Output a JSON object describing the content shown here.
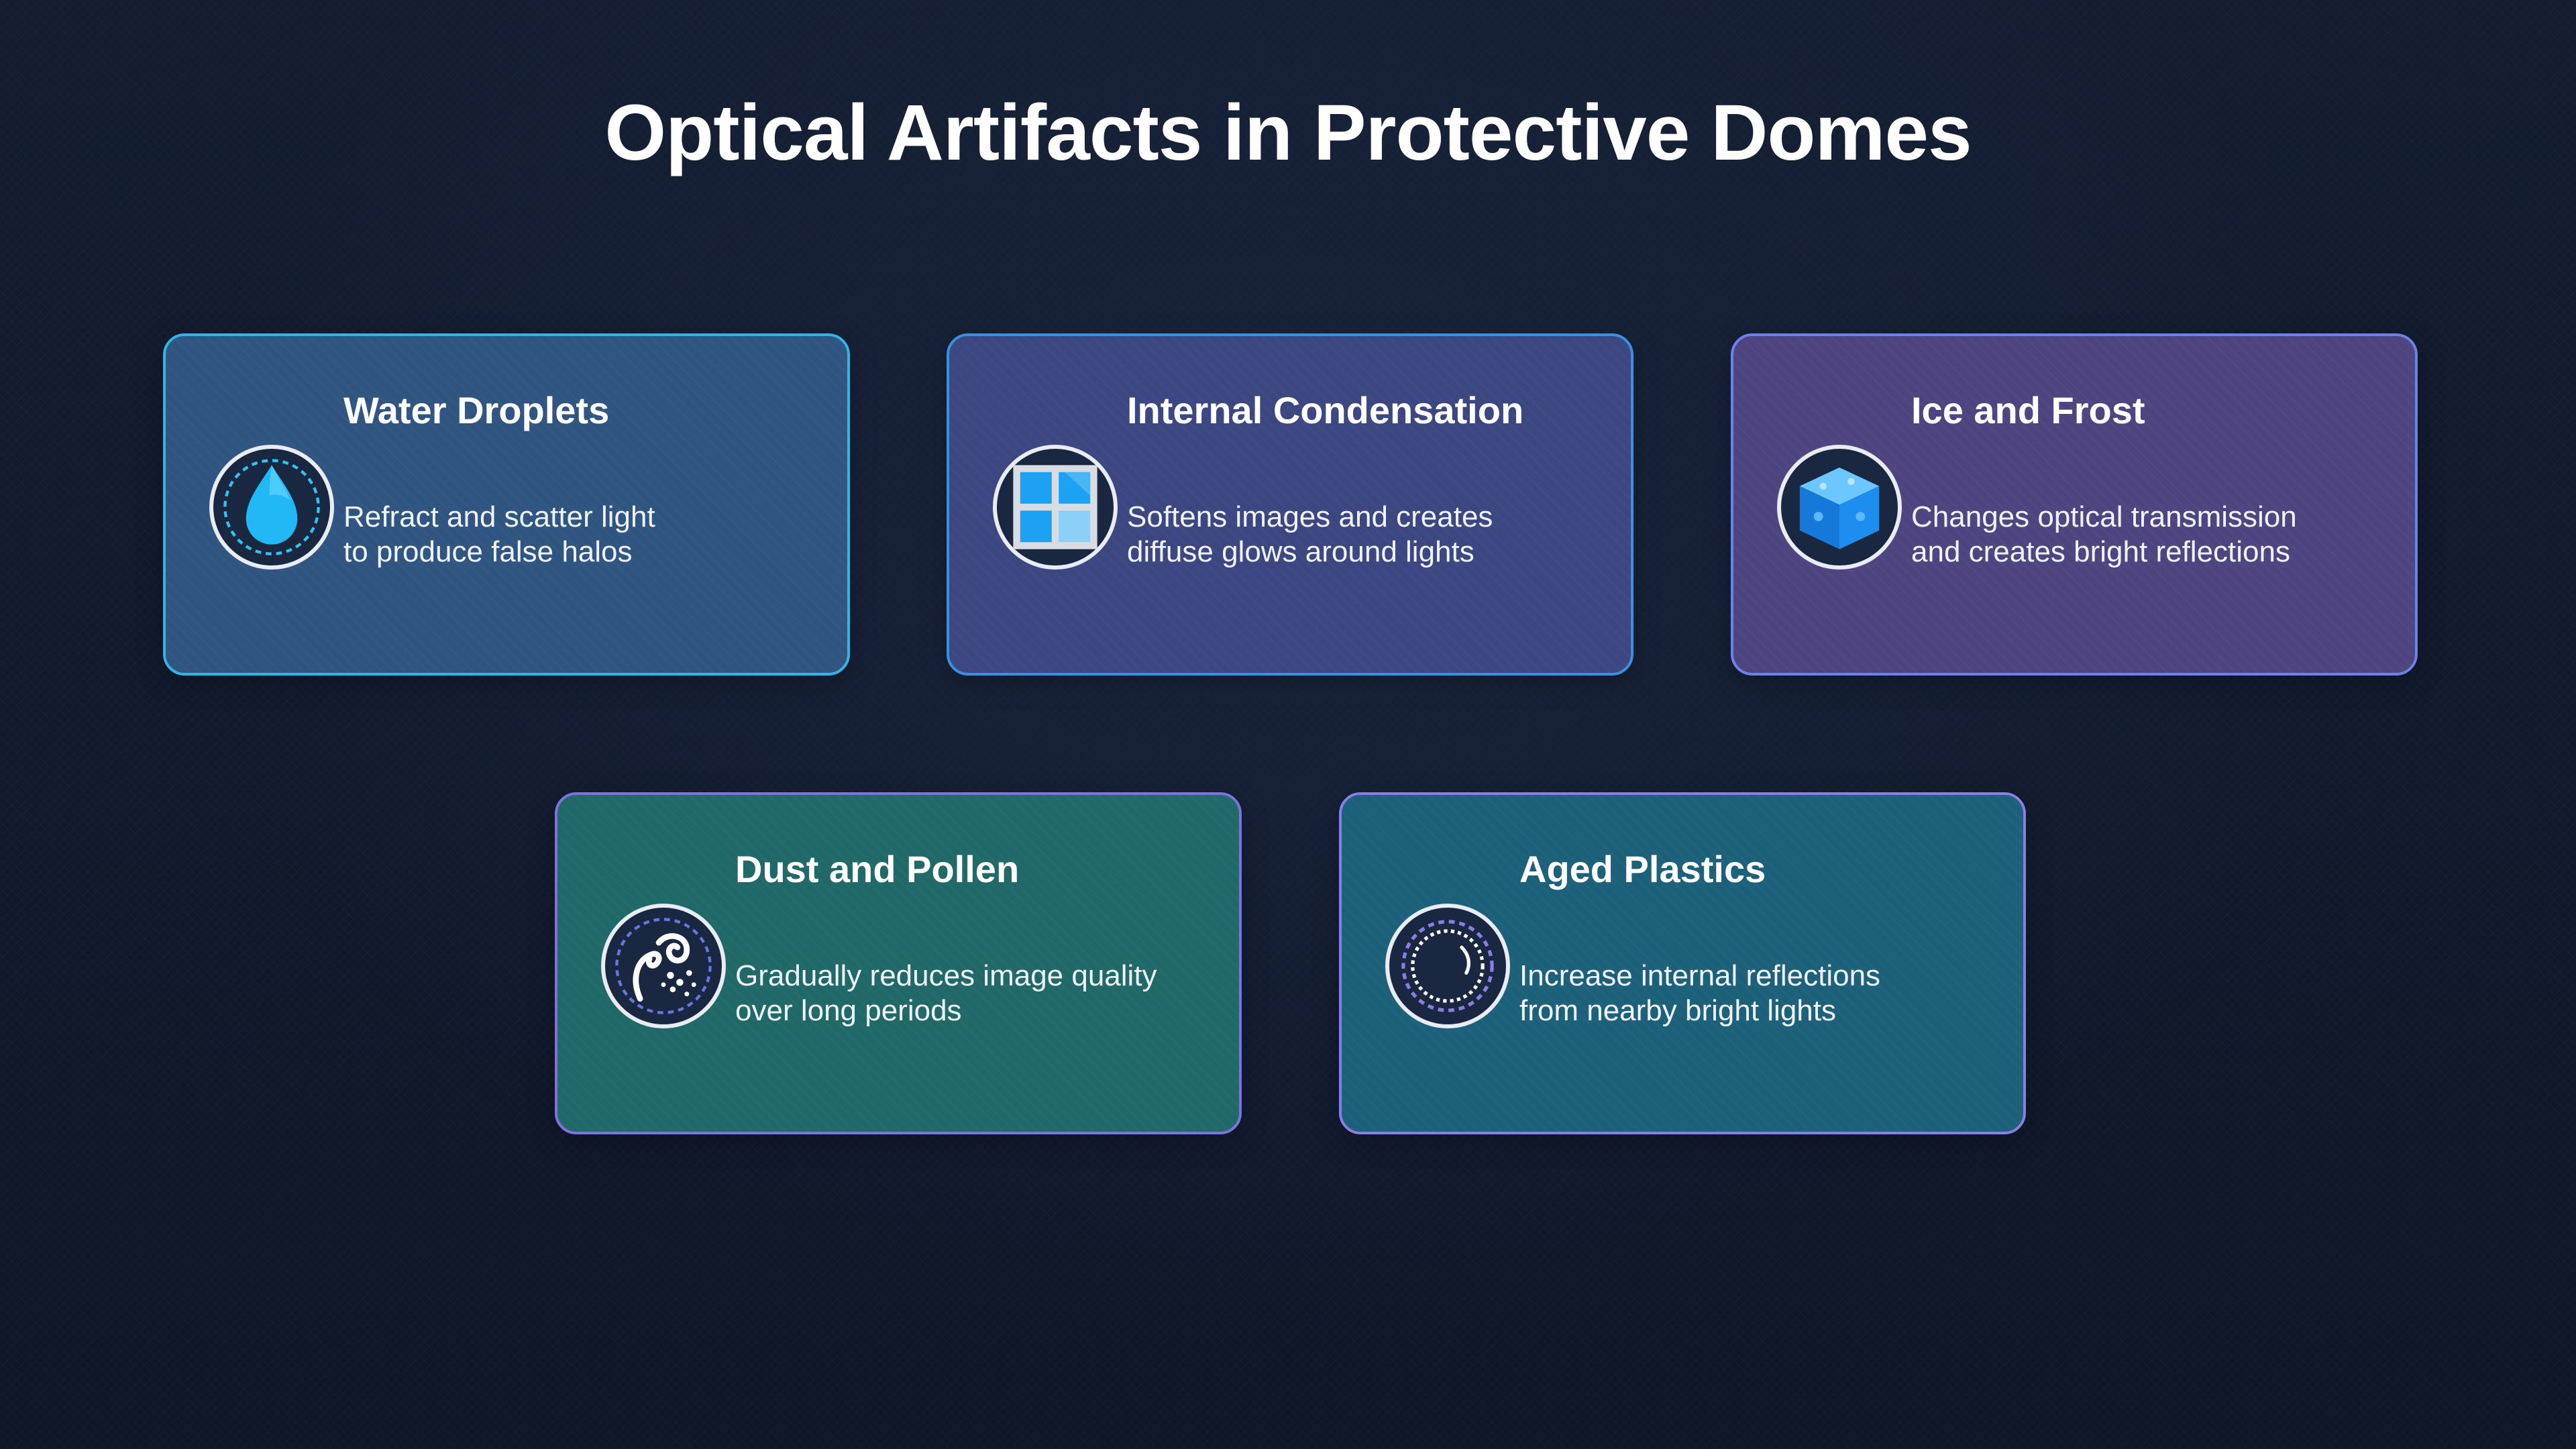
{
  "title": "Optical Artifacts in Protective Domes",
  "cards": [
    {
      "title": "Water Droplets",
      "icon": "water-drop-icon",
      "description_lines": [
        "Refract and scatter light",
        "to produce false halos"
      ]
    },
    {
      "title": "Internal Condensation",
      "icon": "window-condensation-icon",
      "description_lines": [
        "Softens images and creates",
        "diffuse glows around lights"
      ]
    },
    {
      "title": "Ice and Frost",
      "icon": "ice-cube-icon",
      "description_lines": [
        "Changes optical transmission",
        "and creates bright reflections"
      ]
    },
    {
      "title": "Dust and Pollen",
      "icon": "dust-pollen-icon",
      "description_lines": [
        "Gradually reduces image quality",
        "over long periods"
      ]
    },
    {
      "title": "Aged Plastics",
      "icon": "aged-plastic-ring-icon",
      "description_lines": [
        "Increase internal reflections",
        "from nearby bright lights"
      ]
    }
  ],
  "colors": {
    "background": "#111a2c",
    "card_water": "#2f5580",
    "card_condensation": "#3c4680",
    "card_ice": "#4e4580",
    "card_dust": "#206968",
    "card_aged": "#1c6079",
    "accent_cyan": "#34b3e6",
    "accent_violet": "#8a7de6"
  }
}
